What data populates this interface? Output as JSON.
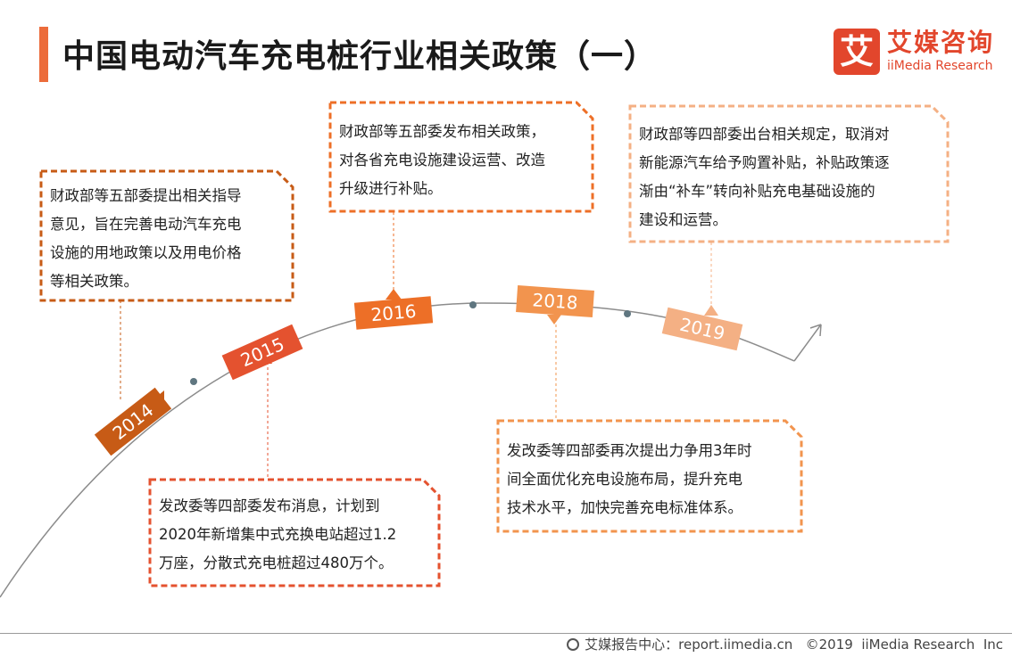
{
  "header": {
    "title": "中国电动汽车充电桩行业相关政策（一）",
    "logo_mark": "艾",
    "logo_cn": "艾媒咨询",
    "logo_en": "iiMedia Research"
  },
  "timeline": {
    "years": [
      "2014",
      "2015",
      "2016",
      "2018",
      "2019"
    ],
    "events": [
      {
        "year": "2014",
        "lines": [
          "财政部等五部委提出相关指导",
          "意见，旨在完善电动汽车充电",
          "设施的用地政策以及用电价格",
          "等相关政策。"
        ]
      },
      {
        "year": "2015",
        "lines": [
          "发改委等四部委发布消息，计划到",
          "2020年新增集中式充换电站超过1.2",
          "万座，分散式充电桩超过480万个。"
        ]
      },
      {
        "year": "2016",
        "lines": [
          "财政部等五部委发布相关政策，",
          "对各省充电设施建设运营、改造",
          "升级进行补贴。"
        ]
      },
      {
        "year": "2018",
        "lines": [
          "发改委等四部委再次提出力争用3年时",
          "间全面优化充电设施布局，提升充电",
          "技术水平，加快完善充电标准体系。"
        ]
      },
      {
        "year": "2019",
        "lines": [
          "财政部等四部委出台相关规定，取消对",
          "新能源汽车给予购置补贴，补贴政策逐",
          "渐由“补车”转向补贴充电基础设施的",
          "建设和运营。"
        ]
      }
    ]
  },
  "colors": {
    "accent": "#ec6c3b",
    "y2014": "#c75b16",
    "y2015": "#e4522f",
    "y2016": "#ed6f27",
    "y2018": "#f2944e",
    "y2019": "#f4b084"
  },
  "footer": {
    "icon": "globe-icon",
    "source": "艾媒报告中心：report.iimedia.cn",
    "copyright": "©2019  iiMedia Research  Inc"
  }
}
